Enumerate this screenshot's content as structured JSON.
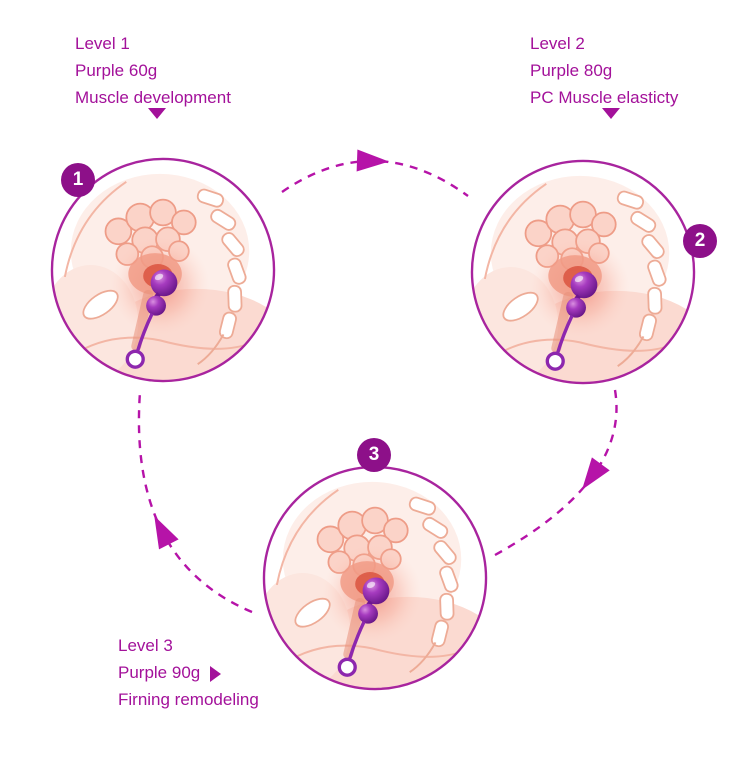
{
  "colors": {
    "accent": "#a3119a",
    "badge": "#8d1089",
    "arrow": "#b613a8",
    "device_purple": "#8d27ae",
    "illustration_salmon": "#ee9c87"
  },
  "steps": [
    {
      "badge": "1",
      "lines": [
        "Level 1",
        "Purple 60g",
        "Muscle development"
      ]
    },
    {
      "badge": "2",
      "lines": [
        "Level 2",
        "Purple 80g",
        "PC Muscle elasticty"
      ]
    },
    {
      "badge": "3",
      "lines": [
        "Level 3",
        "Purple 90g",
        "Firning remodeling"
      ]
    }
  ]
}
